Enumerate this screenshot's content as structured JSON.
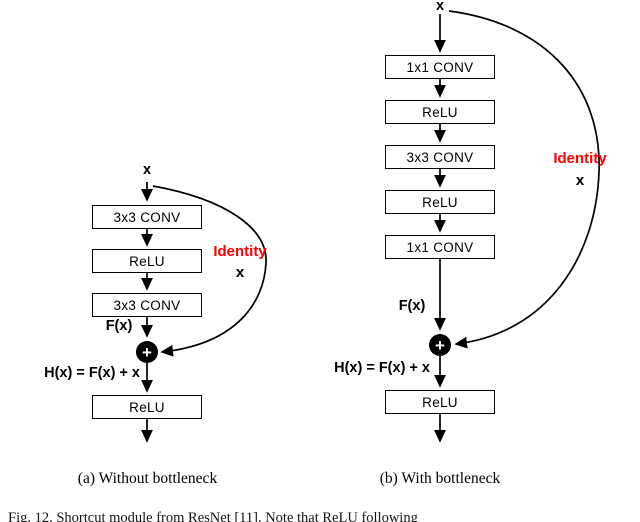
{
  "diagram_a": {
    "input": "x",
    "layers": [
      "3x3 CONV",
      "ReLU",
      "3x3 CONV"
    ],
    "fx": "F(x)",
    "sum_eq": "H(x) = F(x) + x",
    "plus": "+",
    "identity": "Identity",
    "identity_x": "x",
    "final_layer": "ReLU",
    "caption": "(a) Without bottleneck"
  },
  "diagram_b": {
    "input": "x",
    "layers": [
      "1x1 CONV",
      "ReLU",
      "3x3 CONV",
      "ReLU",
      "1x1 CONV"
    ],
    "fx": "F(x)",
    "sum_eq": "H(x) = F(x) + x",
    "plus": "+",
    "identity": "Identity",
    "identity_x": "x",
    "final_layer": "ReLU",
    "caption": "(b) With bottleneck"
  },
  "figure_caption": "Fig. 12.   Shortcut module from ResNet [11]. Note that ReLU following",
  "colors": {
    "ink": "#000000",
    "identity_red": "#ff0000"
  }
}
